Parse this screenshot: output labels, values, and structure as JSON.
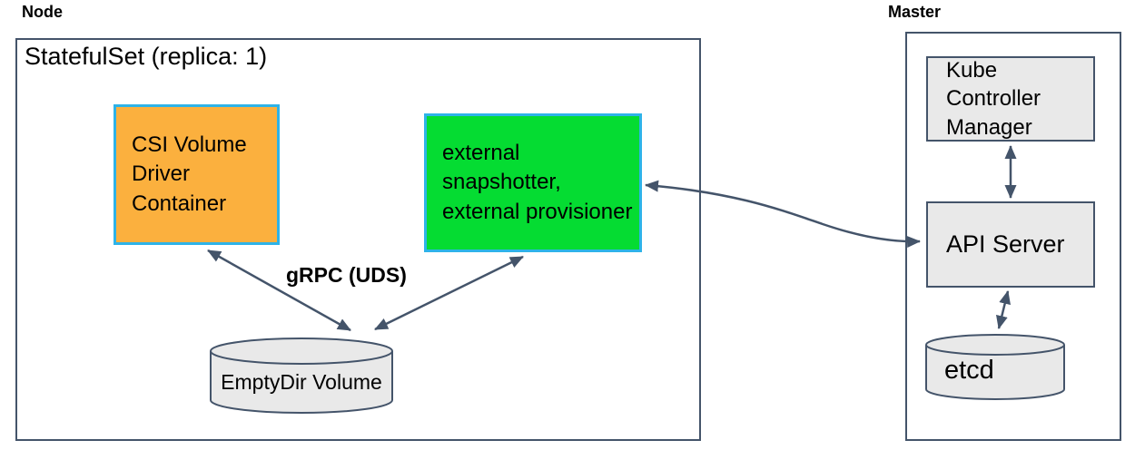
{
  "colors": {
    "csi_fill": "#FBB03E",
    "sidecar_fill": "#05DC32",
    "container_border": "#2EB3E8",
    "gray_fill": "#E9E9E9",
    "line": "#44546A",
    "text": "#111111"
  },
  "node": {
    "label": "Node",
    "statefulset_title": "StatefulSet (replica: 1)",
    "csi_driver_box": "CSI Volume Driver Container",
    "sidecar_box": "external snapshotter, external provisioner",
    "grpc_label": "gRPC (UDS)",
    "emptydir_label": "EmptyDir Volume"
  },
  "master": {
    "label": "Master",
    "kube_controller_manager": "Kube Controller Manager",
    "api_server": "API Server",
    "etcd": "etcd"
  }
}
